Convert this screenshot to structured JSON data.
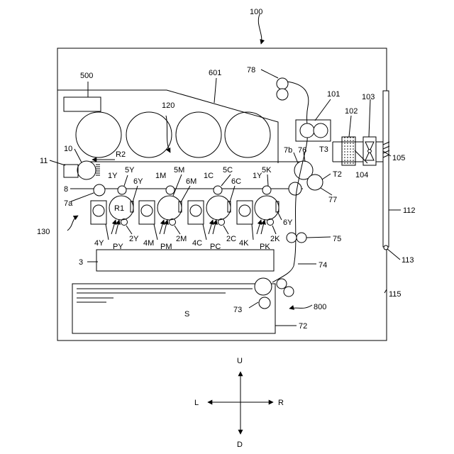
{
  "labels": {
    "n100": "100",
    "n500": "500",
    "n601": "601",
    "n78": "78",
    "n101": "101",
    "n102": "102",
    "n103": "103",
    "n120": "120",
    "n10": "10",
    "n11": "11",
    "nR2": "R2",
    "n7b": "7b",
    "n76": "76",
    "nT3": "T3",
    "n104": "104",
    "n105": "105",
    "nT2": "T2",
    "n112": "112",
    "n77": "77",
    "n8": "8",
    "n7a": "7a",
    "n130": "130",
    "n1Y_a": "1Y",
    "n5Y": "5Y",
    "n6Y_a": "6Y",
    "nR1": "R1",
    "n1M": "1M",
    "n5M": "5M",
    "n6M": "6M",
    "n1C": "1C",
    "n5C": "5C",
    "n6C": "6C",
    "n1Y_b": "1Y",
    "n5K": "5K",
    "n6Y_b": "6Y",
    "n2Y": "2Y",
    "n2M": "2M",
    "n2C": "2C",
    "n2K": "2K",
    "n4Y": "4Y",
    "nPY": "PY",
    "n4M": "4M",
    "nPM": "PM",
    "n4C": "4C",
    "nPC": "PC",
    "n4K": "4K",
    "nPK": "PK",
    "n75": "75",
    "n113": "113",
    "n3": "3",
    "n74": "74",
    "n115": "115",
    "nS": "S",
    "n73": "73",
    "n800": "800",
    "n72": "72"
  },
  "compass": {
    "up": "U",
    "down": "D",
    "left": "L",
    "right": "R"
  }
}
